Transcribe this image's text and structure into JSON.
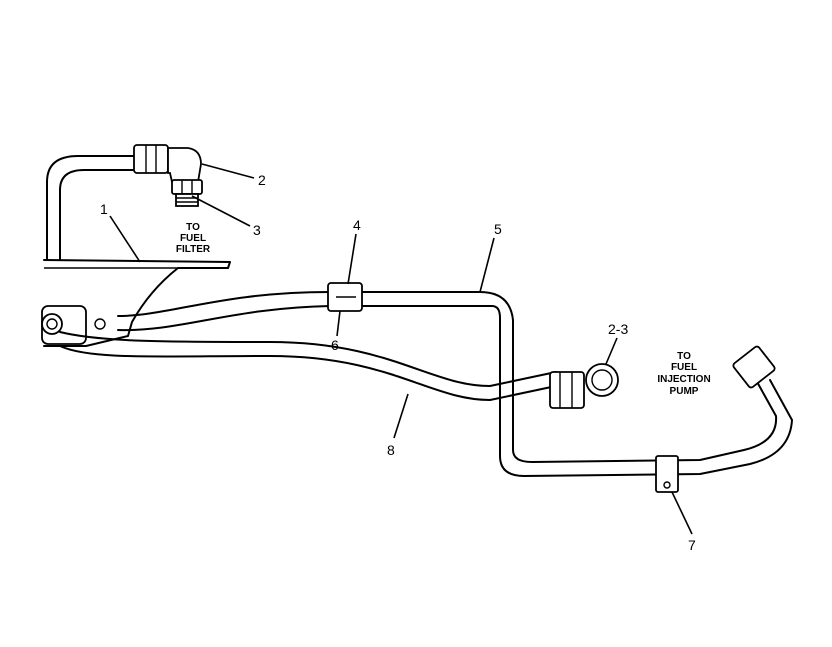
{
  "callouts": {
    "c1": "1",
    "c2": "2",
    "c3": "3",
    "c4": "4",
    "c5": "5",
    "c6": "6",
    "c7": "7",
    "c8": "8",
    "c23": "2-3"
  },
  "notes": {
    "fuel_filter": [
      "TO",
      "FUEL",
      "FILTER"
    ],
    "injection_pump": [
      "TO",
      "FUEL",
      "INJECTION",
      "PUMP"
    ]
  }
}
